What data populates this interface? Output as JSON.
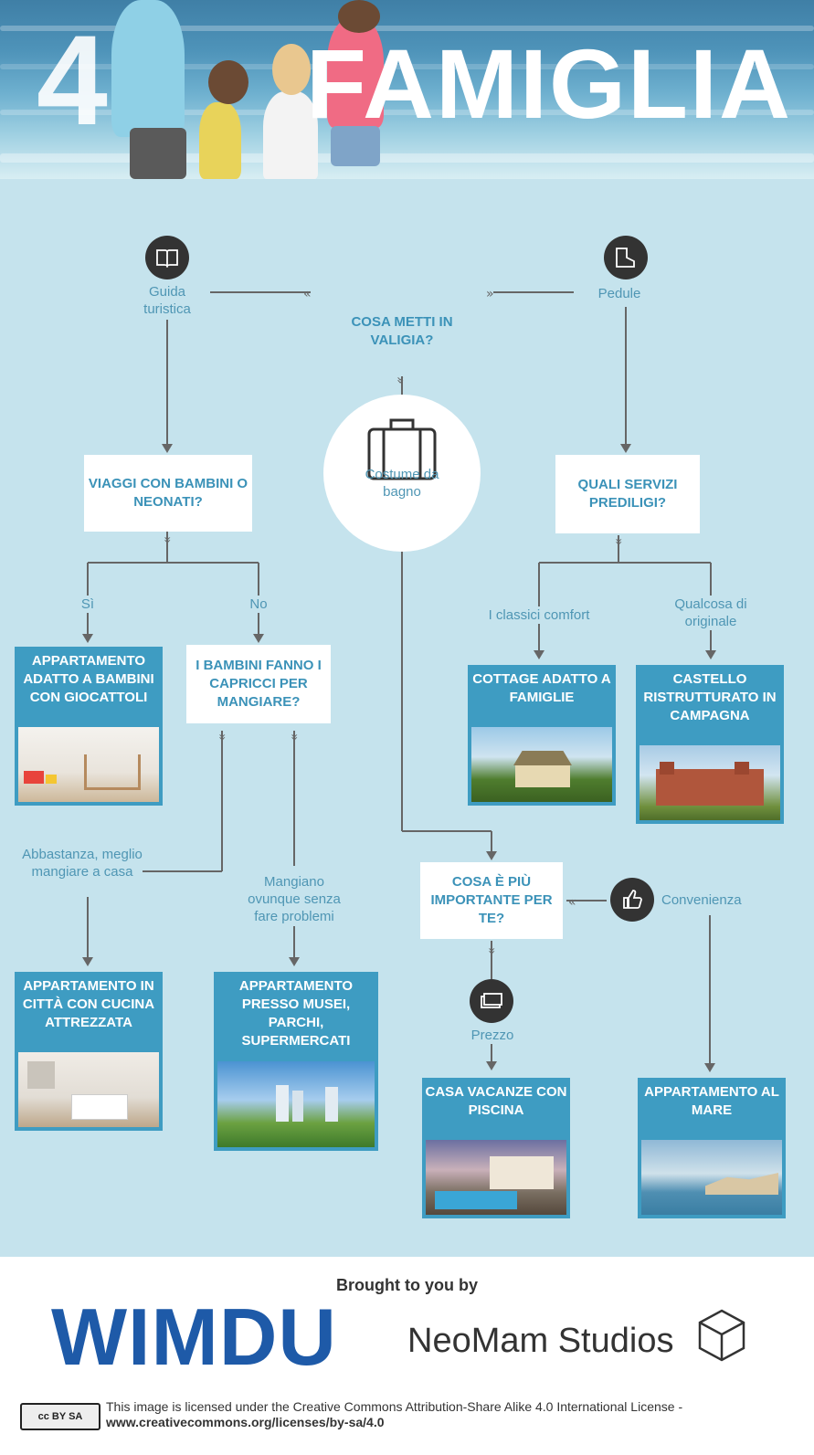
{
  "header": {
    "number": "4",
    "title": "FAMIGLIA"
  },
  "center": {
    "label": "COSA METTI IN VALIGIA?"
  },
  "branches": {
    "left": "Guida turistica",
    "right": "Pedule",
    "middle": "Costume da bagno"
  },
  "questions": {
    "q1": "VIAGGI CON BAMBINI O NEONATI?",
    "q2": "QUALI SERVIZI PREDILIGI?",
    "q3": "I BAMBINI FANNO I CAPRICCI PER MANGIARE?",
    "q4": "COSA È PIÙ IMPORTANTE PER TE?"
  },
  "answers": {
    "si": "Sì",
    "no": "No",
    "classici": "I classici comfort",
    "originale": "Qualcosa di originale",
    "abbastanza": "Abbastanza, meglio mangiare a casa",
    "mangiano": "Mangiano ovunque senza fare problemi",
    "convenienza": "Convenienza",
    "prezzo": "Prezzo"
  },
  "results": {
    "r1": "APPARTAMENTO ADATTO A BAMBINI CON GIOCATTOLI",
    "r2": "COTTAGE ADATTO A FAMIGLIE",
    "r3": "CASTELLO RISTRUTTURATO IN CAMPAGNA",
    "r4": "APPARTAMENTO IN CITTÀ CON CUCINA ATTREZZATA",
    "r5": "APPARTAMENTO PRESSO MUSEI, PARCHI, SUPERMERCATI",
    "r6": "CASA VACANZE CON PISCINA",
    "r7": "APPARTAMENTO AL MARE"
  },
  "footer": {
    "brought": "Brought to you by",
    "wimdu": "WIMDU",
    "neomam": "NeoMam Studios",
    "license": "This image is licensed under the Creative Commons Attribution-Share Alike 4.0 International License -",
    "license_url": "www.creativecommons.org/licenses/by-sa/4.0",
    "cc_badge": "cc BY SA"
  },
  "colors": {
    "bg": "#c5e3ed",
    "accent": "#3e9cc2",
    "line": "#666666",
    "icon": "#333333"
  },
  "icons": [
    "book-icon",
    "boot-icon",
    "swimsuit-icon",
    "thumbs-up-icon",
    "money-icon",
    "suitcase-icon",
    "cube-icon"
  ]
}
